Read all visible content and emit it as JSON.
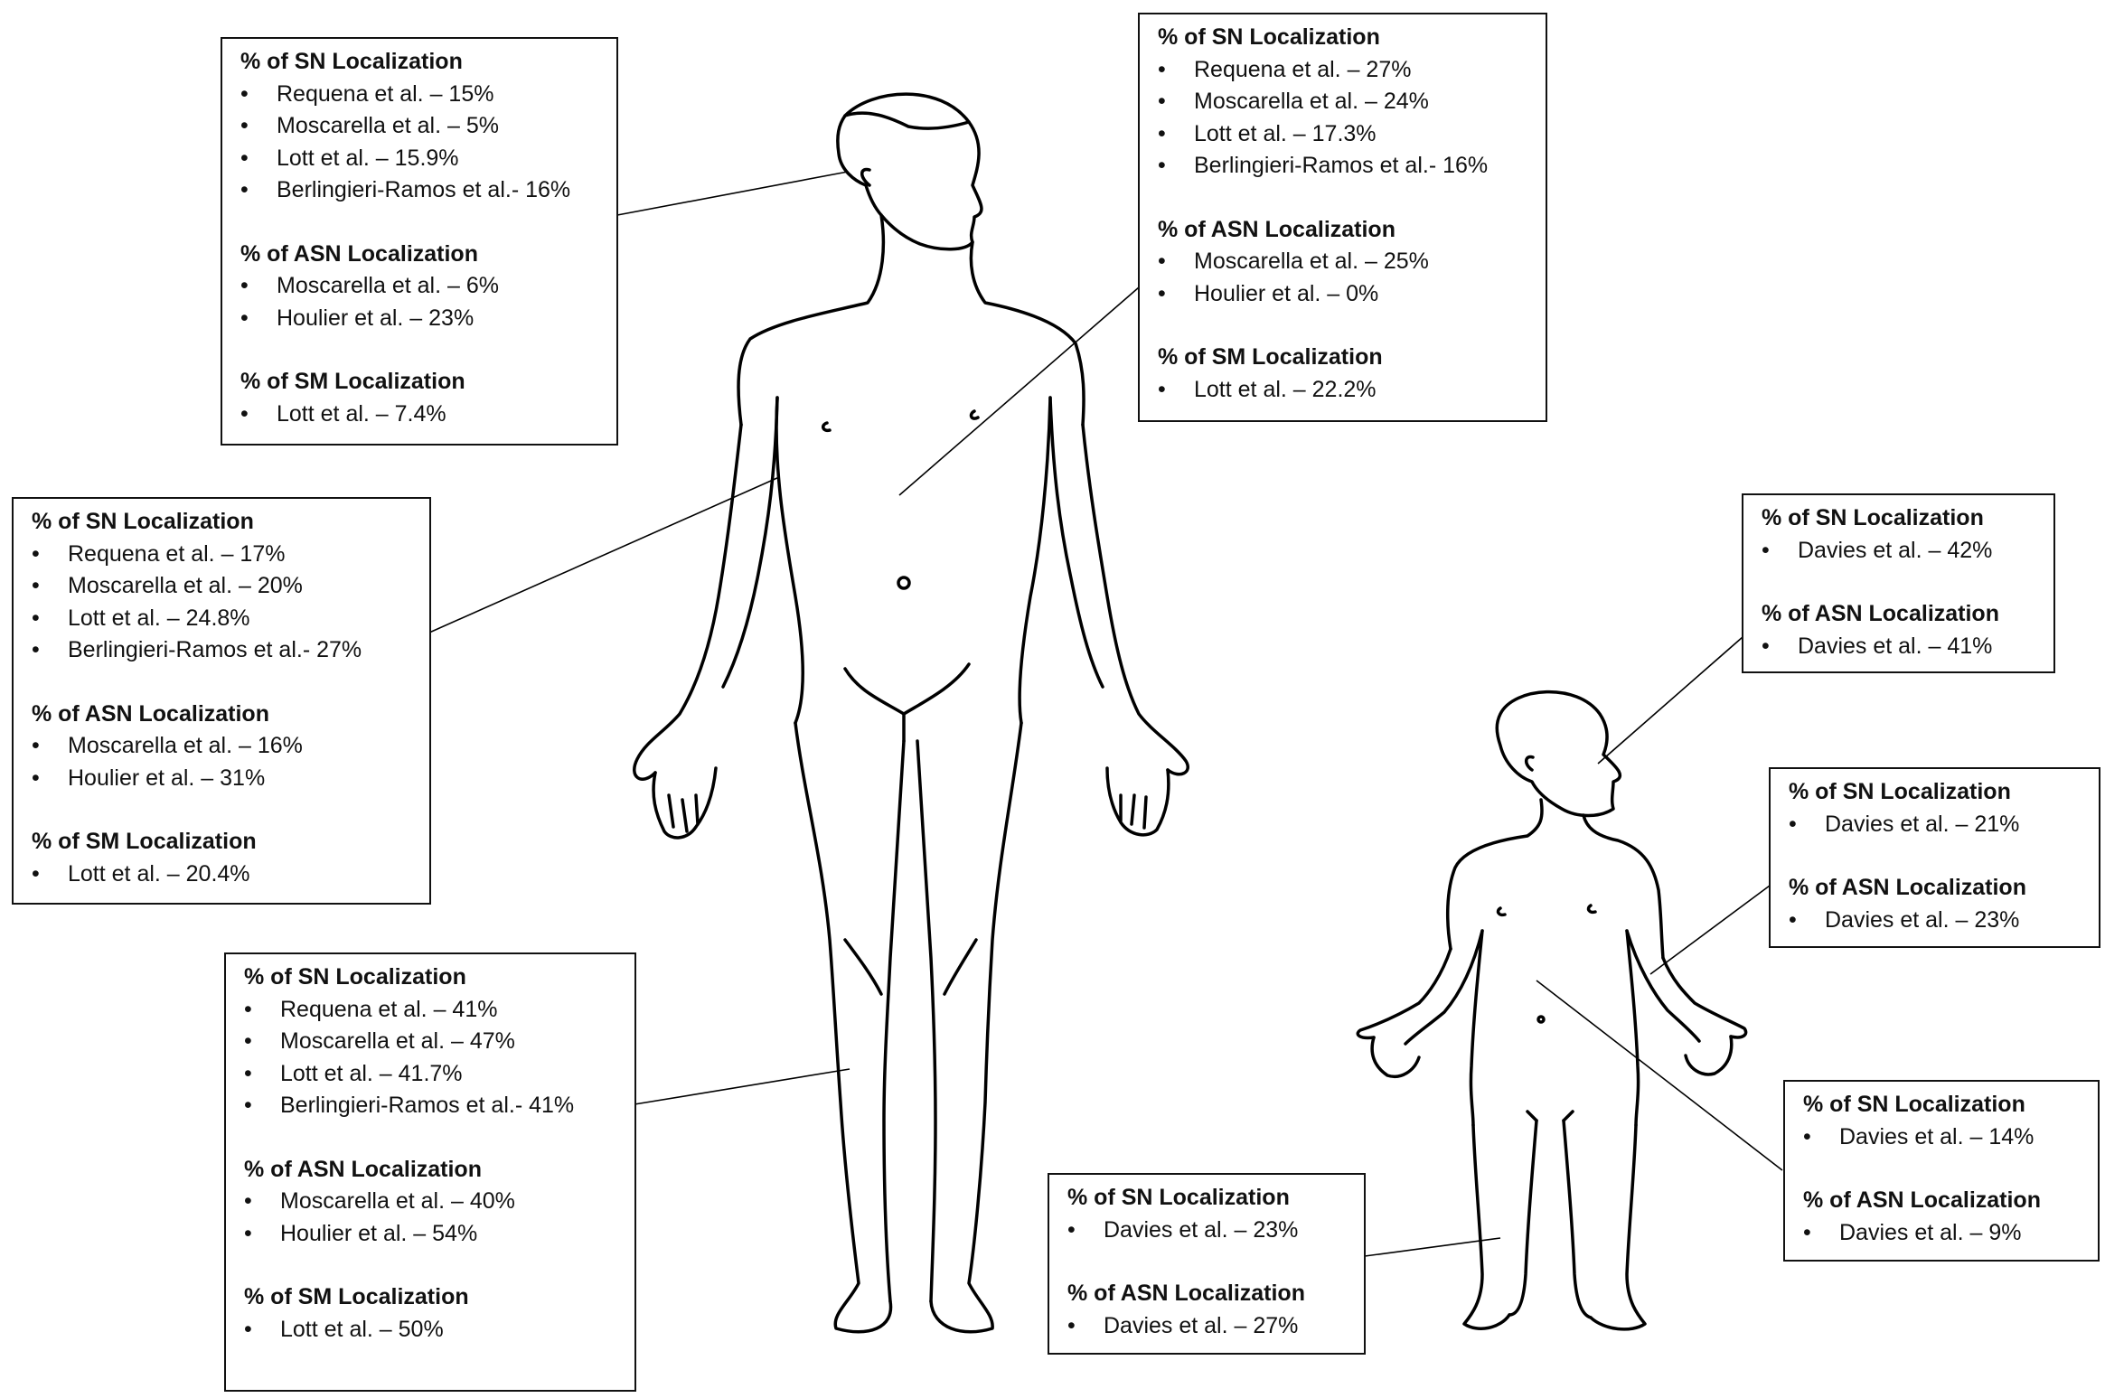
{
  "figures": {
    "adult": "adult-body-outline",
    "child": "child-body-outline"
  },
  "boxes": [
    {
      "id": "adult-head-neck",
      "sections": [
        {
          "heading": "% of SN Localization",
          "items": [
            "Requena et al. – 15%",
            "Moscarella et al. – 5%",
            "Lott et al. – 15.9%",
            "Berlingieri-Ramos et al.- 16%"
          ]
        },
        {
          "heading": "% of ASN Localization",
          "items": [
            "Moscarella et al. – 6%",
            "Houlier et al. – 23%"
          ]
        },
        {
          "heading": "% of SM Localization",
          "items": [
            "Lott et al. – 7.4%"
          ]
        }
      ]
    },
    {
      "id": "adult-trunk",
      "sections": [
        {
          "heading": "% of SN Localization",
          "items": [
            "Requena et al. – 27%",
            "Moscarella et al. – 24%",
            "Lott et al. – 17.3%",
            "Berlingieri-Ramos et al.- 16%"
          ]
        },
        {
          "heading": "% of ASN Localization",
          "items": [
            "Moscarella et al. – 25%",
            "Houlier et al. – 0%"
          ]
        },
        {
          "heading": "% of SM Localization",
          "items": [
            "Lott et al. – 22.2%"
          ]
        }
      ]
    },
    {
      "id": "adult-upper-limb",
      "sections": [
        {
          "heading": "% of SN Localization",
          "items": [
            "Requena et al. – 17%",
            "Moscarella et al. – 20%",
            "Lott et al. – 24.8%",
            "Berlingieri-Ramos et al.- 27%"
          ]
        },
        {
          "heading": "% of ASN Localization",
          "items": [
            "Moscarella et al. – 16%",
            "Houlier et al. – 31%"
          ]
        },
        {
          "heading": "% of SM Localization",
          "items": [
            "Lott et al. – 20.4%"
          ]
        }
      ]
    },
    {
      "id": "adult-lower-limb",
      "sections": [
        {
          "heading": "% of SN Localization",
          "items": [
            "Requena et al. – 41%",
            "Moscarella et al. – 47%",
            "Lott et al. – 41.7%",
            "Berlingieri-Ramos et al.- 41%"
          ]
        },
        {
          "heading": "% of ASN Localization",
          "items": [
            "Moscarella et al. – 40%",
            "Houlier et al. – 54%"
          ]
        },
        {
          "heading": "% of SM Localization",
          "items": [
            "Lott et al. – 50%"
          ]
        }
      ]
    },
    {
      "id": "child-head-neck",
      "sections": [
        {
          "heading": "% of SN Localization",
          "items": [
            "Davies et al. – 42%"
          ]
        },
        {
          "heading": "% of ASN Localization",
          "items": [
            "Davies et al. – 41%"
          ]
        }
      ]
    },
    {
      "id": "child-upper-limb",
      "sections": [
        {
          "heading": "% of SN Localization",
          "items": [
            "Davies et al. – 21%"
          ]
        },
        {
          "heading": "% of ASN Localization",
          "items": [
            "Davies et al. – 23%"
          ]
        }
      ]
    },
    {
      "id": "child-trunk",
      "sections": [
        {
          "heading": "% of SN Localization",
          "items": [
            "Davies et al. – 14%"
          ]
        },
        {
          "heading": "% of ASN Localization",
          "items": [
            "Davies et al. – 9%"
          ]
        }
      ]
    },
    {
      "id": "child-lower-limb",
      "sections": [
        {
          "heading": "% of SN Localization",
          "items": [
            "Davies et al. – 23%"
          ]
        },
        {
          "heading": "% of ASN Localization",
          "items": [
            "Davies et al. – 27%"
          ]
        }
      ]
    }
  ]
}
